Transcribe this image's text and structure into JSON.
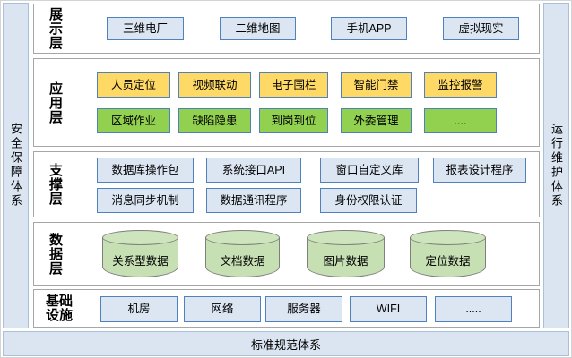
{
  "frame": {
    "left_bar": "安全保障体系",
    "right_bar": "运行维护体系",
    "bottom_bar": "标准规范体系"
  },
  "layers": [
    {
      "label": "展示层",
      "items": [
        "三维电厂",
        "二维地图",
        "手机APP",
        "虚拟现实"
      ]
    },
    {
      "label": "应用层",
      "row1": [
        "人员定位",
        "视频联动",
        "电子围栏",
        "智能门禁",
        "监控报警"
      ],
      "row2": [
        "区域作业",
        "缺陷隐患",
        "到岗到位",
        "外委管理",
        "...."
      ]
    },
    {
      "label": "支撑层",
      "row1": [
        "数据库操作包",
        "系统接口API",
        "窗口自定义库",
        "报表设计程序"
      ],
      "row2": [
        "消息同步机制",
        "数据通讯程序",
        "身份权限认证"
      ]
    },
    {
      "label": "数据层",
      "items": [
        "关系型数据",
        "文档数据",
        "图片数据",
        "定位数据"
      ]
    },
    {
      "label": "基础设施",
      "items": [
        "机房",
        "网络",
        "服务器",
        "WIFI",
        "....."
      ]
    }
  ],
  "colors": {
    "frame_bar_fill": "#dbe5f1",
    "frame_bar_border": "#aabfd8",
    "layer_border": "#a6a6a6",
    "item_blue_fill": "#dce6f2",
    "item_border_blue": "#4f81bd",
    "item_yellow_fill": "#ffd966",
    "item_green_fill": "#92d050",
    "cylinder_fill": "#c6e0b4",
    "cylinder_border": "#7f7f7f"
  }
}
